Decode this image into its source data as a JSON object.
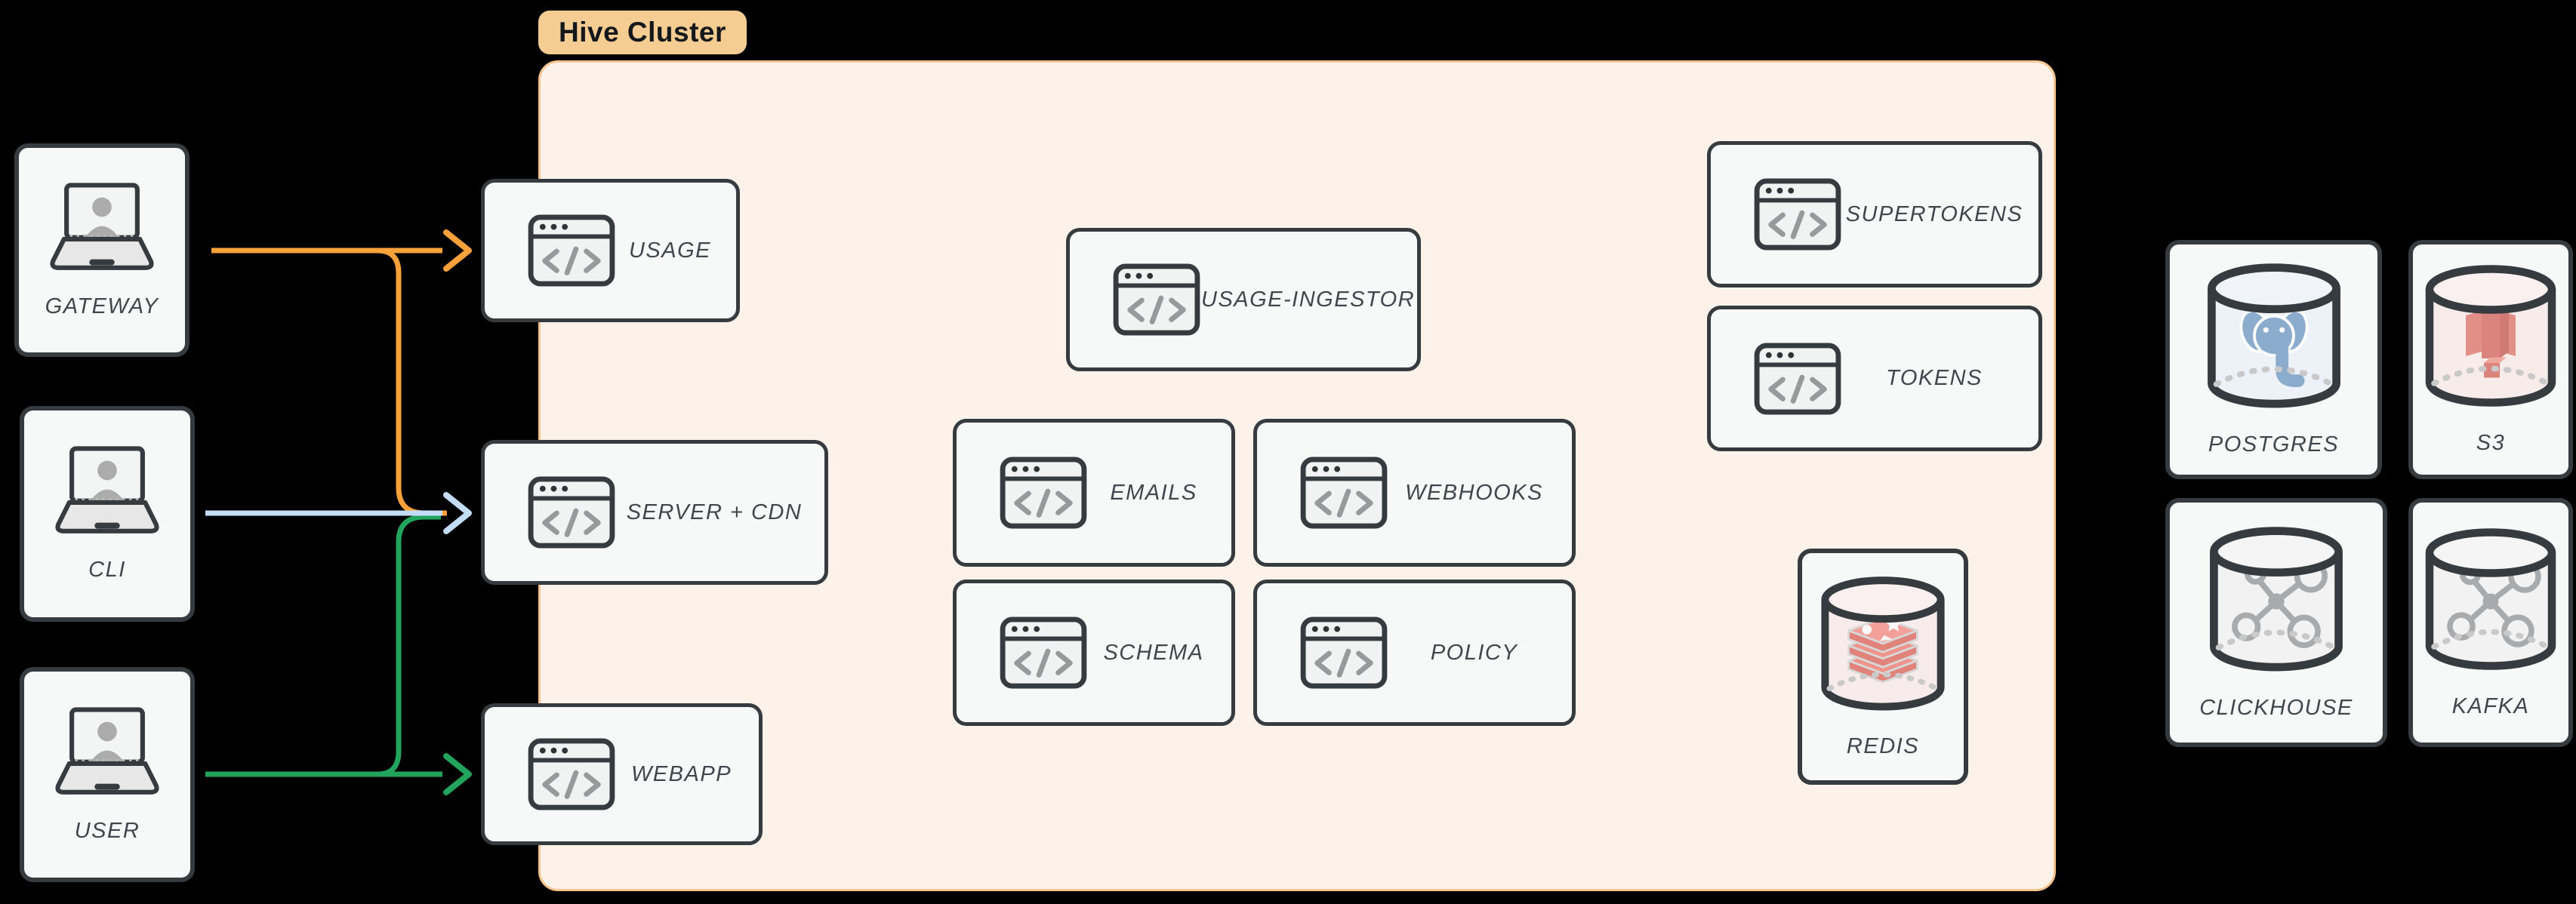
{
  "cluster": {
    "label": "Hive Cluster",
    "services": [
      {
        "id": "usage",
        "label": "USAGE"
      },
      {
        "id": "server-cdn",
        "label": "SERVER + CDN"
      },
      {
        "id": "webapp",
        "label": "WEBAPP"
      },
      {
        "id": "usage-ingestor",
        "label": "USAGE-INGESTOR"
      },
      {
        "id": "emails",
        "label": "EMAILS"
      },
      {
        "id": "webhooks",
        "label": "WEBHOOKS"
      },
      {
        "id": "schema",
        "label": "SCHEMA"
      },
      {
        "id": "policy",
        "label": "POLICY"
      },
      {
        "id": "supertokens",
        "label": "SUPERTOKENS"
      },
      {
        "id": "tokens",
        "label": "TOKENS"
      },
      {
        "id": "redis",
        "label": "REDIS"
      }
    ]
  },
  "clients": [
    {
      "id": "gateway",
      "label": "GATEWAY"
    },
    {
      "id": "cli",
      "label": "CLI"
    },
    {
      "id": "user",
      "label": "USER"
    }
  ],
  "databases": [
    {
      "id": "postgres",
      "label": "POSTGRES"
    },
    {
      "id": "s3",
      "label": "S3"
    },
    {
      "id": "clickhouse",
      "label": "CLICKHOUSE"
    },
    {
      "id": "kafka",
      "label": "KAFKA"
    }
  ],
  "edges": [
    {
      "from": "GATEWAY",
      "to": "USAGE",
      "color": "#F9A23C"
    },
    {
      "from": "GATEWAY",
      "to": "SERVER + CDN",
      "color": "#F9A23C"
    },
    {
      "from": "CLI",
      "to": "SERVER + CDN",
      "color": "#C3DDF6"
    },
    {
      "from": "USER",
      "to": "SERVER + CDN",
      "color": "#22A45D"
    },
    {
      "from": "USER",
      "to": "WEBAPP",
      "color": "#22A45D"
    }
  ],
  "colors": {
    "background": "#000000",
    "node_fill": "#F7F9F9",
    "node_border": "#353B3F",
    "cluster_fill": "#FDF2E9",
    "cluster_border": "#F6C48E",
    "badge_fill": "#F5CC92",
    "label_text": "#3F474D",
    "arrow_orange": "#F9A23C",
    "arrow_blue": "#C3DDF6",
    "arrow_green": "#22A45D"
  }
}
